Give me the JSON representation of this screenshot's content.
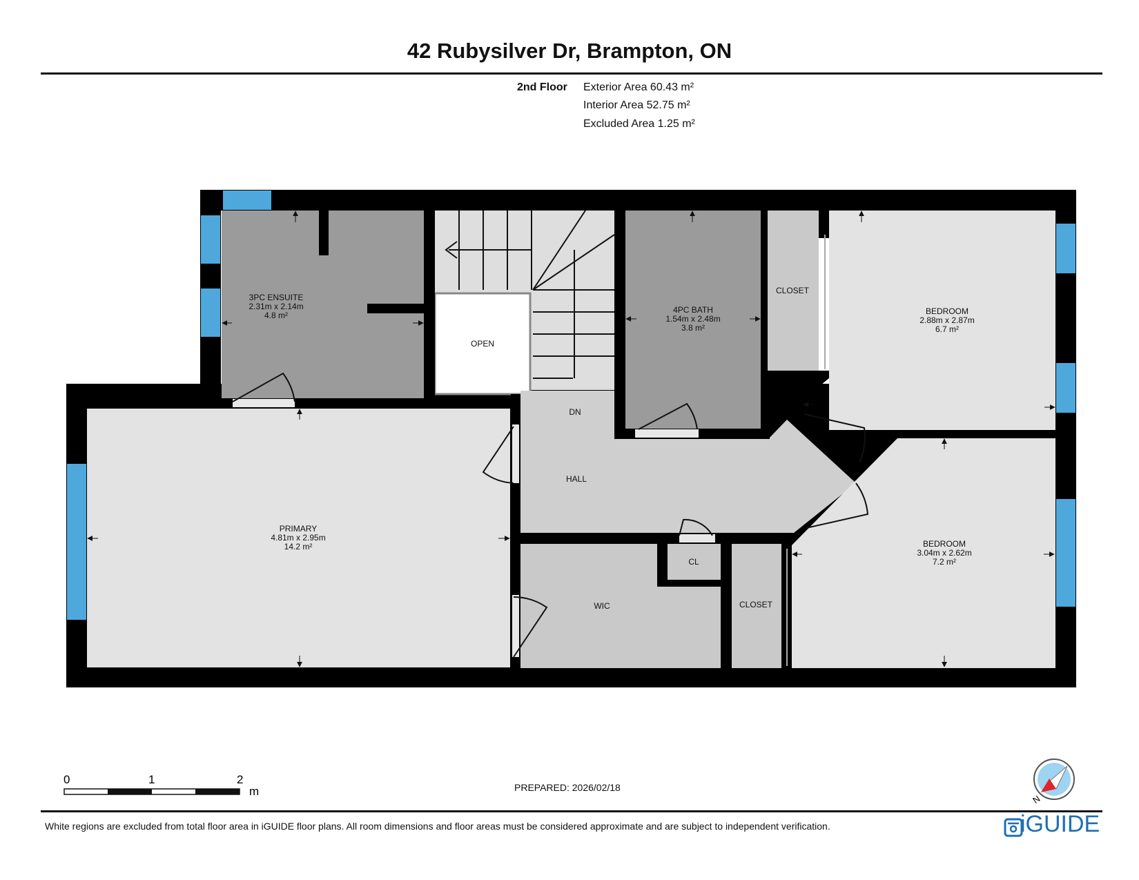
{
  "header": {
    "title": "42 Rubysilver Dr, Brampton, ON",
    "floor": "2nd Floor",
    "areas": [
      "Exterior Area 60.43 m²",
      "Interior Area 52.75 m²",
      "Excluded Area 1.25 m²"
    ]
  },
  "rooms": {
    "ensuite": {
      "name": "3PC ENSUITE",
      "dims": "2.31m x 2.14m",
      "area": "4.8 m²"
    },
    "open": {
      "name": "OPEN"
    },
    "bath": {
      "name": "4PC BATH",
      "dims": "1.54m x 2.48m",
      "area": "3.8 m²"
    },
    "closet_top": {
      "name": "CLOSET"
    },
    "bedroom_top": {
      "name": "BEDROOM",
      "dims": "2.88m x 2.87m",
      "area": "6.7 m²"
    },
    "dn": {
      "name": "DN"
    },
    "hall": {
      "name": "HALL"
    },
    "primary": {
      "name": "PRIMARY",
      "dims": "4.81m x 2.95m",
      "area": "14.2 m²"
    },
    "cl": {
      "name": "CL"
    },
    "wic": {
      "name": "WIC"
    },
    "closet_bottom": {
      "name": "CLOSET"
    },
    "bedroom_bottom": {
      "name": "BEDROOM",
      "dims": "3.04m x 2.62m",
      "area": "7.2 m²"
    }
  },
  "scale": {
    "ticks": [
      "0",
      "1",
      "2"
    ],
    "unit": "m"
  },
  "compass": {
    "north": "N"
  },
  "footer": {
    "prepared": "PREPARED: 2026/02/18",
    "disclaimer": "White regions are excluded from total floor area in iGUIDE floor plans. All room dimensions and floor areas must be considered approximate and are subject to independent verification.",
    "brand": "iGUIDE"
  },
  "colors": {
    "wall": "#000000",
    "window": "#4fa8dc",
    "dark_room": "#9b9b9b",
    "mid_room": "#c9c9c9",
    "light_room": "#e3e3e3",
    "brand": "#1e6fb0"
  }
}
